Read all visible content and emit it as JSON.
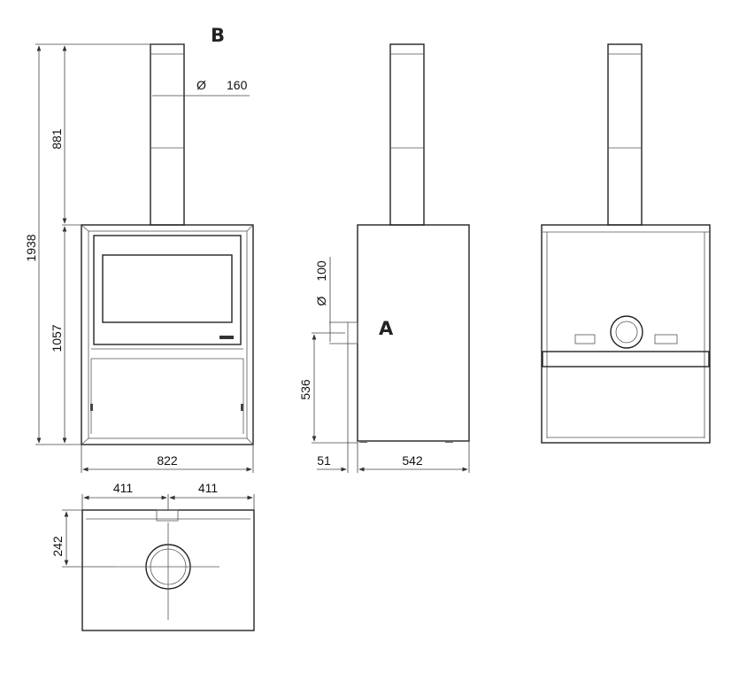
{
  "views": {
    "front_label": "B",
    "side_label": "A"
  },
  "dimensions": {
    "total_height": "1938",
    "flue_height": "881",
    "body_height": "1057",
    "width": "822",
    "flue_diameter_symbol": "Ø",
    "flue_diameter": "160",
    "air_inlet_symbol": "Ø",
    "air_inlet_diameter": "100",
    "air_inlet_height": "536",
    "air_inlet_depth": "51",
    "depth": "542",
    "top_half_left": "411",
    "top_half_right": "411",
    "top_flue_offset": "242"
  }
}
